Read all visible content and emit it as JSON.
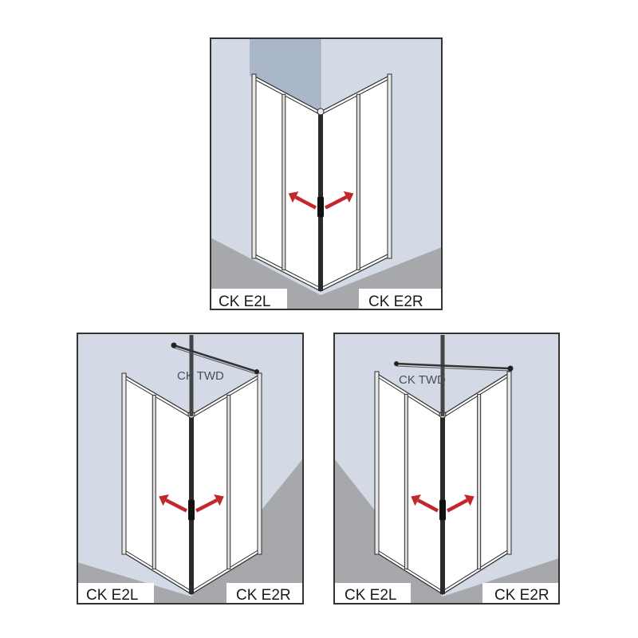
{
  "panels": [
    {
      "id": "top",
      "left_label": "CK E2L",
      "right_label": "CK E2R",
      "has_wall_post": false
    },
    {
      "id": "bottom-left",
      "left_label": "CK E2L",
      "right_label": "CK E2R",
      "has_wall_post": true,
      "post_label": "CK TWD",
      "post_side": "left"
    },
    {
      "id": "bottom-right",
      "left_label": "CK E2L",
      "right_label": "CK E2R",
      "has_wall_post": true,
      "post_label": "CK TWD",
      "post_side": "right"
    }
  ],
  "colors": {
    "wall": "#d3dae6",
    "wall_dark": "#a9b7c9",
    "floor": "#a7a8ab",
    "glass": "#ffffff",
    "frame": "#2b2b2b",
    "arrow": "#c1272d",
    "border": "#333333"
  }
}
